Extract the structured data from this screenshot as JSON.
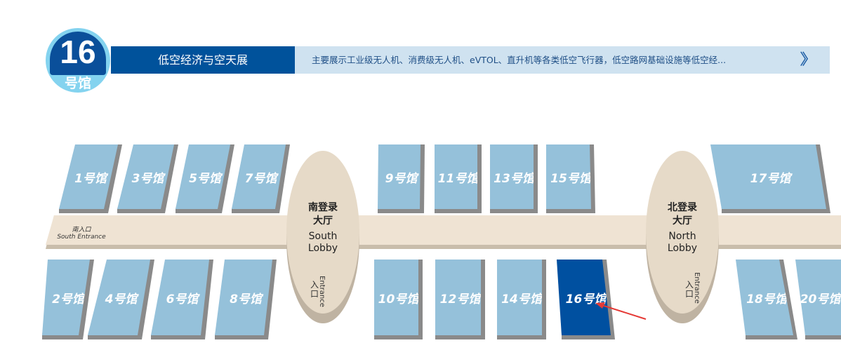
{
  "header": {
    "hall_number": "16",
    "hall_suffix": "号馆",
    "title": "低空经济与空天展",
    "description": "主要展示工业级无人机、消费级无人机、eVTOL、直升机等各类低空飞行器，低空路网基础设施等低空经...",
    "more_icon": "double-chevron-right-icon"
  },
  "map": {
    "south_entrance_cn": "南入口",
    "south_entrance_en": "South Entrance",
    "south_lobby": {
      "cn1": "南登录",
      "cn2": "大厅",
      "en1": "South",
      "en2": "Lobby",
      "entrance_cn": "入口",
      "entrance_en": "Entrance"
    },
    "north_lobby": {
      "cn1": "北登录",
      "cn2": "大厅",
      "en1": "North",
      "en2": "Lobby",
      "entrance_cn": "入口",
      "entrance_en": "Entrance"
    },
    "halls": [
      "1号馆",
      "3号馆",
      "5号馆",
      "7号馆",
      "9号馆",
      "11号馆",
      "13号馆",
      "15号馆",
      "17号馆",
      "2号馆",
      "4号馆",
      "6号馆",
      "8号馆",
      "10号馆",
      "12号馆",
      "14号馆",
      "16号馆",
      "18号馆",
      "20号馆"
    ],
    "highlighted_hall": "16号馆",
    "colors": {
      "hall": "#95c1da",
      "highlight": "#0050a0",
      "corridor": "#efe3d3",
      "pointer": "#e53935"
    }
  }
}
